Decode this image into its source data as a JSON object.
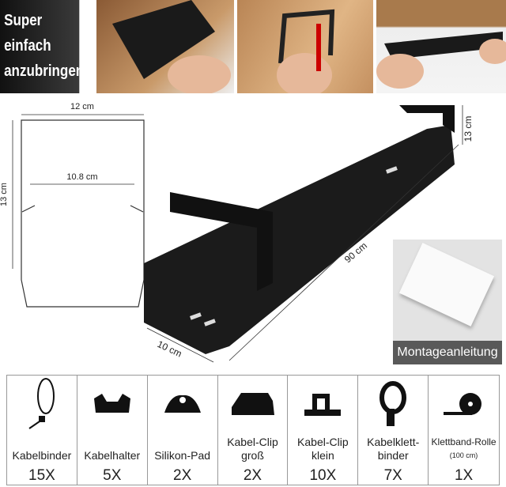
{
  "slogan": [
    "Super",
    "einfach",
    "anzubringen"
  ],
  "dimensions": {
    "width_top": "12 cm",
    "width_inner": "10.8 cm",
    "height_left": "13 cm",
    "height_right": "13 cm",
    "length": "90 cm",
    "depth": "10 cm"
  },
  "manual": {
    "label": "Montageanleitung"
  },
  "kit": [
    {
      "name": "Kabelbinder",
      "qty": "15X",
      "icon": "cable-tie-icon"
    },
    {
      "name": "Kabelhalter",
      "qty": "5X",
      "icon": "cable-holder-icon"
    },
    {
      "name": "Silikon-Pad",
      "qty": "2X",
      "icon": "silicone-pad-icon"
    },
    {
      "name": "Kabel-Clip",
      "name2": "groß",
      "qty": "2X",
      "icon": "large-cable-clip-icon"
    },
    {
      "name": "Kabel-Clip",
      "name2": "klein",
      "qty": "10X",
      "icon": "small-cable-clip-icon"
    },
    {
      "name": "Kabelklett-",
      "name2": "binder",
      "qty": "7X",
      "icon": "velcro-strap-icon"
    },
    {
      "name": "Klettband-Rolle",
      "sub": "(100 cm)",
      "qty": "1X",
      "icon": "velcro-roll-icon"
    }
  ]
}
